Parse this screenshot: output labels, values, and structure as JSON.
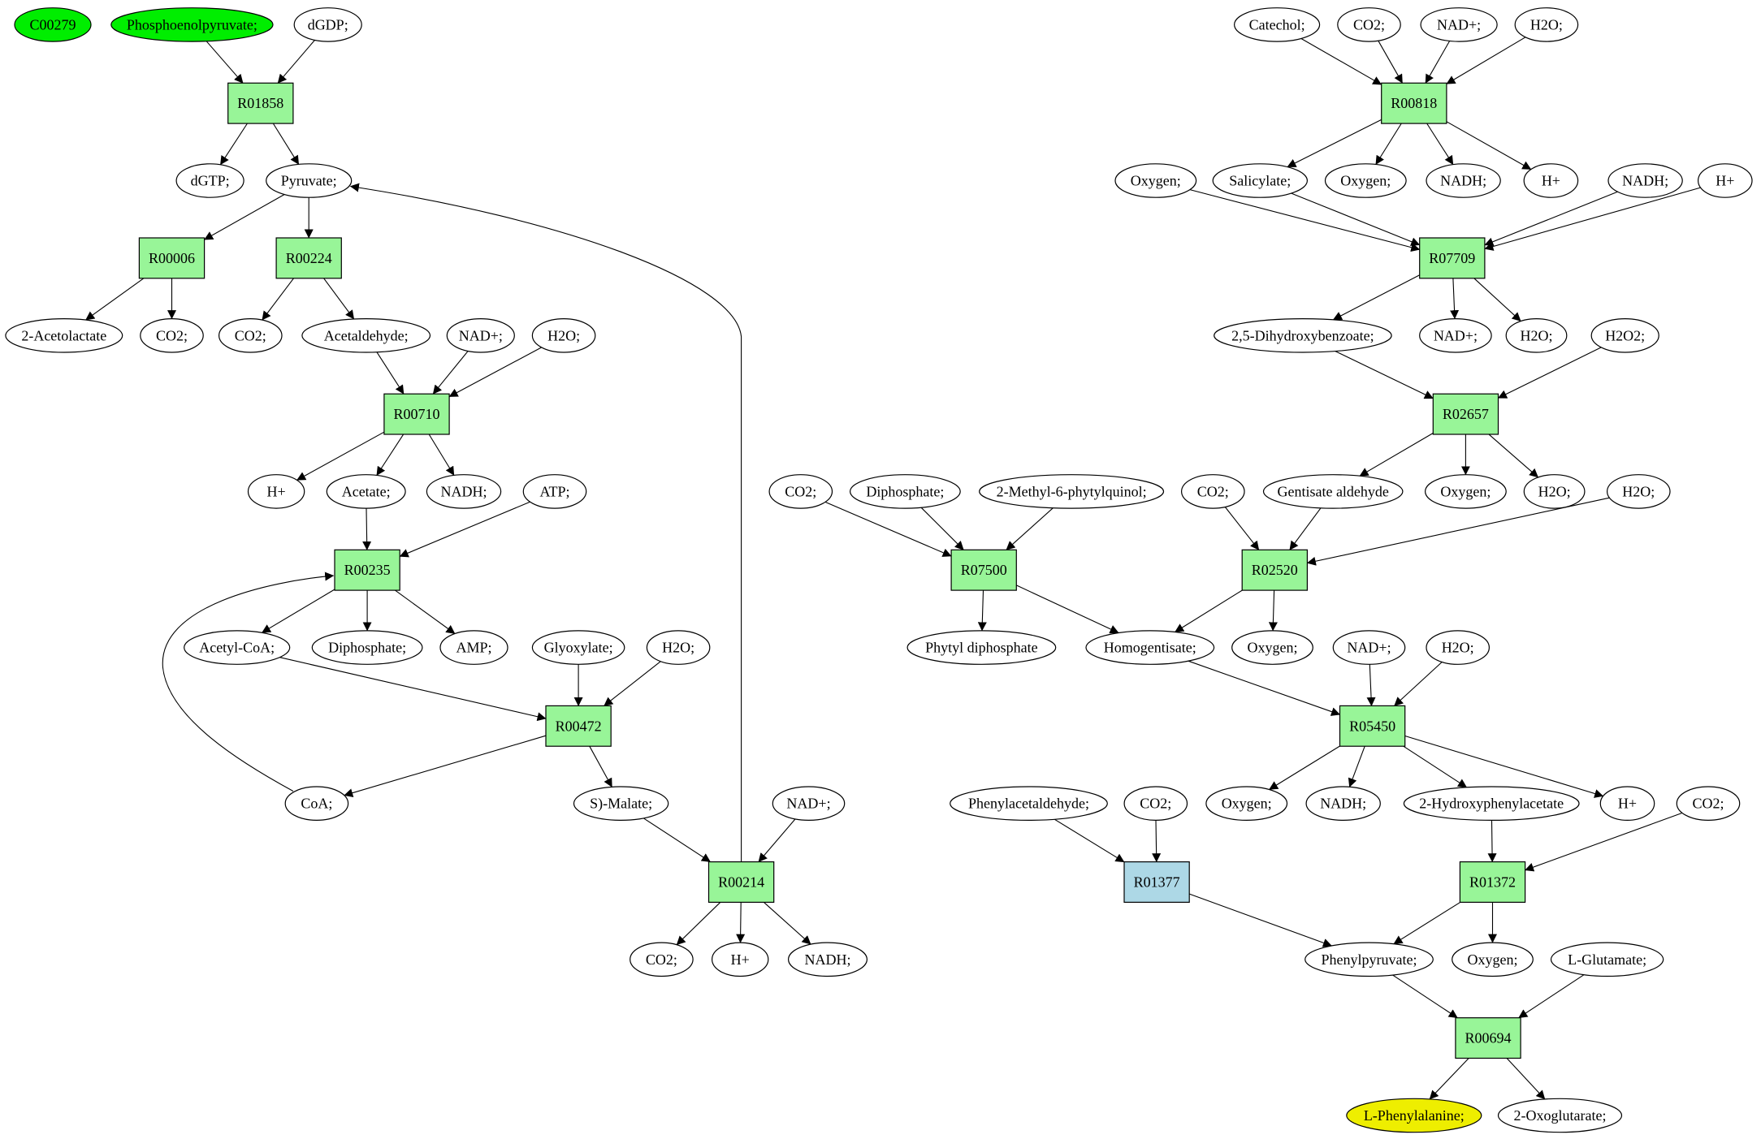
{
  "colors": {
    "reaction": "#98f598",
    "reaction_highlight": "#add8e6",
    "source": "#00ee00",
    "target": "#eeee00",
    "compound": "#ffffff",
    "edge": "#000000"
  },
  "nodes": [
    {
      "id": "c00279",
      "label": "C00279",
      "shape": "ellipse",
      "fill": "source"
    },
    {
      "id": "pep",
      "label": "Phosphoenolpyruvate;",
      "shape": "ellipse",
      "fill": "source"
    },
    {
      "id": "dgdp",
      "label": "dGDP;",
      "shape": "ellipse"
    },
    {
      "id": "r01858",
      "label": "R01858",
      "shape": "rect",
      "fill": "reaction"
    },
    {
      "id": "dgtp",
      "label": "dGTP;",
      "shape": "ellipse"
    },
    {
      "id": "pyruvate",
      "label": "Pyruvate;",
      "shape": "ellipse"
    },
    {
      "id": "r00006",
      "label": "R00006",
      "shape": "rect",
      "fill": "reaction"
    },
    {
      "id": "r00224",
      "label": "R00224",
      "shape": "rect",
      "fill": "reaction"
    },
    {
      "id": "acetolactate",
      "label": "2-Acetolactate",
      "shape": "ellipse"
    },
    {
      "id": "co2_a",
      "label": "CO2;",
      "shape": "ellipse"
    },
    {
      "id": "co2_b",
      "label": "CO2;",
      "shape": "ellipse"
    },
    {
      "id": "acetaldehyde",
      "label": "Acetaldehyde;",
      "shape": "ellipse"
    },
    {
      "id": "nadp_a",
      "label": "NAD+;",
      "shape": "ellipse"
    },
    {
      "id": "h2o_a",
      "label": "H2O;",
      "shape": "ellipse"
    },
    {
      "id": "r00710",
      "label": "R00710",
      "shape": "rect",
      "fill": "reaction"
    },
    {
      "id": "hp_a",
      "label": "H+",
      "shape": "ellipse"
    },
    {
      "id": "acetate",
      "label": "Acetate;",
      "shape": "ellipse"
    },
    {
      "id": "nadh_a",
      "label": "NADH;",
      "shape": "ellipse"
    },
    {
      "id": "atp",
      "label": "ATP;",
      "shape": "ellipse"
    },
    {
      "id": "r00235",
      "label": "R00235",
      "shape": "rect",
      "fill": "reaction"
    },
    {
      "id": "acetylcoa",
      "label": "Acetyl-CoA;",
      "shape": "ellipse"
    },
    {
      "id": "diphos_a",
      "label": "Diphosphate;",
      "shape": "ellipse"
    },
    {
      "id": "amp",
      "label": "AMP;",
      "shape": "ellipse"
    },
    {
      "id": "glyoxylate",
      "label": "Glyoxylate;",
      "shape": "ellipse"
    },
    {
      "id": "h2o_b",
      "label": "H2O;",
      "shape": "ellipse"
    },
    {
      "id": "r00472",
      "label": "R00472",
      "shape": "rect",
      "fill": "reaction"
    },
    {
      "id": "coa",
      "label": "CoA;",
      "shape": "ellipse"
    },
    {
      "id": "malate",
      "label": "S)-Malate;",
      "shape": "ellipse"
    },
    {
      "id": "nadp_b",
      "label": "NAD+;",
      "shape": "ellipse"
    },
    {
      "id": "r00214",
      "label": "R00214",
      "shape": "rect",
      "fill": "reaction"
    },
    {
      "id": "co2_c",
      "label": "CO2;",
      "shape": "ellipse"
    },
    {
      "id": "hp_b",
      "label": "H+",
      "shape": "ellipse"
    },
    {
      "id": "nadh_b",
      "label": "NADH;",
      "shape": "ellipse"
    },
    {
      "id": "catechol",
      "label": "Catechol;",
      "shape": "ellipse"
    },
    {
      "id": "co2_d",
      "label": "CO2;",
      "shape": "ellipse"
    },
    {
      "id": "nadp_c",
      "label": "NAD+;",
      "shape": "ellipse"
    },
    {
      "id": "h2o_c",
      "label": "H2O;",
      "shape": "ellipse"
    },
    {
      "id": "r00818",
      "label": "R00818",
      "shape": "rect",
      "fill": "reaction"
    },
    {
      "id": "oxygen_a",
      "label": "Oxygen;",
      "shape": "ellipse"
    },
    {
      "id": "salicylate",
      "label": "Salicylate;",
      "shape": "ellipse"
    },
    {
      "id": "oxygen_b",
      "label": "Oxygen;",
      "shape": "ellipse"
    },
    {
      "id": "nadh_c",
      "label": "NADH;",
      "shape": "ellipse"
    },
    {
      "id": "hp_c",
      "label": "H+",
      "shape": "ellipse"
    },
    {
      "id": "nadh_d",
      "label": "NADH;",
      "shape": "ellipse"
    },
    {
      "id": "hp_d",
      "label": "H+",
      "shape": "ellipse"
    },
    {
      "id": "r07709",
      "label": "R07709",
      "shape": "rect",
      "fill": "reaction"
    },
    {
      "id": "dhb",
      "label": "2,5-Dihydroxybenzoate;",
      "shape": "ellipse"
    },
    {
      "id": "nadp_d",
      "label": "NAD+;",
      "shape": "ellipse"
    },
    {
      "id": "h2o_d",
      "label": "H2O;",
      "shape": "ellipse"
    },
    {
      "id": "h2o2",
      "label": "H2O2;",
      "shape": "ellipse"
    },
    {
      "id": "r02657",
      "label": "R02657",
      "shape": "rect",
      "fill": "reaction"
    },
    {
      "id": "co2_e",
      "label": "CO2;",
      "shape": "ellipse"
    },
    {
      "id": "diphos_b",
      "label": "Diphosphate;",
      "shape": "ellipse"
    },
    {
      "id": "methylphytyl",
      "label": "2-Methyl-6-phytylquinol;",
      "shape": "ellipse"
    },
    {
      "id": "co2_f",
      "label": "CO2;",
      "shape": "ellipse"
    },
    {
      "id": "gentisald",
      "label": "Gentisate aldehyde",
      "shape": "ellipse"
    },
    {
      "id": "oxygen_c",
      "label": "Oxygen;",
      "shape": "ellipse"
    },
    {
      "id": "h2o_e",
      "label": "H2O;",
      "shape": "ellipse"
    },
    {
      "id": "h2o_f",
      "label": "H2O;",
      "shape": "ellipse"
    },
    {
      "id": "r07500",
      "label": "R07500",
      "shape": "rect",
      "fill": "reaction"
    },
    {
      "id": "r02520",
      "label": "R02520",
      "shape": "rect",
      "fill": "reaction"
    },
    {
      "id": "phytyldp",
      "label": "Phytyl diphosphate",
      "shape": "ellipse"
    },
    {
      "id": "homogentisate",
      "label": "Homogentisate;",
      "shape": "ellipse"
    },
    {
      "id": "oxygen_d",
      "label": "Oxygen;",
      "shape": "ellipse"
    },
    {
      "id": "nadp_e",
      "label": "NAD+;",
      "shape": "ellipse"
    },
    {
      "id": "h2o_g",
      "label": "H2O;",
      "shape": "ellipse"
    },
    {
      "id": "r05450",
      "label": "R05450",
      "shape": "rect",
      "fill": "reaction"
    },
    {
      "id": "phenylacetald",
      "label": "Phenylacetaldehyde;",
      "shape": "ellipse"
    },
    {
      "id": "co2_g",
      "label": "CO2;",
      "shape": "ellipse"
    },
    {
      "id": "oxygen_e",
      "label": "Oxygen;",
      "shape": "ellipse"
    },
    {
      "id": "nadh_e",
      "label": "NADH;",
      "shape": "ellipse"
    },
    {
      "id": "hpa",
      "label": "2-Hydroxyphenylacetate",
      "shape": "ellipse"
    },
    {
      "id": "hp_e",
      "label": "H+",
      "shape": "ellipse"
    },
    {
      "id": "co2_h",
      "label": "CO2;",
      "shape": "ellipse"
    },
    {
      "id": "r01377",
      "label": "R01377",
      "shape": "rect",
      "fill": "reaction_highlight"
    },
    {
      "id": "r01372",
      "label": "R01372",
      "shape": "rect",
      "fill": "reaction"
    },
    {
      "id": "phenylpyruvate",
      "label": "Phenylpyruvate;",
      "shape": "ellipse"
    },
    {
      "id": "oxygen_f",
      "label": "Oxygen;",
      "shape": "ellipse"
    },
    {
      "id": "glutamate",
      "label": "L-Glutamate;",
      "shape": "ellipse"
    },
    {
      "id": "r00694",
      "label": "R00694",
      "shape": "rect",
      "fill": "reaction"
    },
    {
      "id": "phenylalanine",
      "label": "L-Phenylalanine;",
      "shape": "ellipse",
      "fill": "target"
    },
    {
      "id": "oxoglutarate",
      "label": "2-Oxoglutarate;",
      "shape": "ellipse"
    }
  ],
  "edges": [
    [
      "pep",
      "r01858"
    ],
    [
      "dgdp",
      "r01858"
    ],
    [
      "r01858",
      "dgtp"
    ],
    [
      "r01858",
      "pyruvate"
    ],
    [
      "pyruvate",
      "r00006"
    ],
    [
      "pyruvate",
      "r00224"
    ],
    [
      "r00006",
      "acetolactate"
    ],
    [
      "r00006",
      "co2_a"
    ],
    [
      "r00224",
      "co2_b"
    ],
    [
      "r00224",
      "acetaldehyde"
    ],
    [
      "acetaldehyde",
      "r00710"
    ],
    [
      "nadp_a",
      "r00710"
    ],
    [
      "h2o_a",
      "r00710"
    ],
    [
      "r00710",
      "hp_a"
    ],
    [
      "r00710",
      "acetate"
    ],
    [
      "r00710",
      "nadh_a"
    ],
    [
      "acetate",
      "r00235"
    ],
    [
      "atp",
      "r00235"
    ],
    [
      "r00235",
      "acetylcoa"
    ],
    [
      "r00235",
      "diphos_a"
    ],
    [
      "r00235",
      "amp"
    ],
    [
      "acetylcoa",
      "r00472"
    ],
    [
      "glyoxylate",
      "r00472"
    ],
    [
      "h2o_b",
      "r00472"
    ],
    [
      "r00472",
      "coa"
    ],
    [
      "r00472",
      "malate"
    ],
    [
      "coa",
      "r00235"
    ],
    [
      "malate",
      "r00214"
    ],
    [
      "nadp_b",
      "r00214"
    ],
    [
      "r00214",
      "co2_c"
    ],
    [
      "r00214",
      "hp_b"
    ],
    [
      "r00214",
      "nadh_b"
    ],
    [
      "r00214",
      "pyruvate"
    ],
    [
      "catechol",
      "r00818"
    ],
    [
      "co2_d",
      "r00818"
    ],
    [
      "nadp_c",
      "r00818"
    ],
    [
      "h2o_c",
      "r00818"
    ],
    [
      "r00818",
      "salicylate"
    ],
    [
      "r00818",
      "oxygen_b"
    ],
    [
      "r00818",
      "nadh_c"
    ],
    [
      "r00818",
      "hp_c"
    ],
    [
      "oxygen_a",
      "r07709"
    ],
    [
      "salicylate",
      "r07709"
    ],
    [
      "nadh_d",
      "r07709"
    ],
    [
      "hp_d",
      "r07709"
    ],
    [
      "r07709",
      "dhb"
    ],
    [
      "r07709",
      "nadp_d"
    ],
    [
      "r07709",
      "h2o_d"
    ],
    [
      "dhb",
      "r02657"
    ],
    [
      "h2o2",
      "r02657"
    ],
    [
      "r02657",
      "gentisald"
    ],
    [
      "r02657",
      "oxygen_c"
    ],
    [
      "r02657",
      "h2o_e"
    ],
    [
      "co2_e",
      "r07500"
    ],
    [
      "diphos_b",
      "r07500"
    ],
    [
      "methylphytyl",
      "r07500"
    ],
    [
      "r07500",
      "phytyldp"
    ],
    [
      "r07500",
      "homogentisate"
    ],
    [
      "co2_f",
      "r02520"
    ],
    [
      "gentisald",
      "r02520"
    ],
    [
      "h2o_f",
      "r02520"
    ],
    [
      "r02520",
      "homogentisate"
    ],
    [
      "r02520",
      "oxygen_d"
    ],
    [
      "homogentisate",
      "r05450"
    ],
    [
      "nadp_e",
      "r05450"
    ],
    [
      "h2o_g",
      "r05450"
    ],
    [
      "r05450",
      "oxygen_e"
    ],
    [
      "r05450",
      "nadh_e"
    ],
    [
      "r05450",
      "hpa"
    ],
    [
      "r05450",
      "hp_e"
    ],
    [
      "hpa",
      "r01372"
    ],
    [
      "co2_h",
      "r01372"
    ],
    [
      "phenylacetald",
      "r01377"
    ],
    [
      "co2_g",
      "r01377"
    ],
    [
      "r01377",
      "phenylpyruvate"
    ],
    [
      "r01372",
      "phenylpyruvate"
    ],
    [
      "r01372",
      "oxygen_f"
    ],
    [
      "phenylpyruvate",
      "r00694"
    ],
    [
      "glutamate",
      "r00694"
    ],
    [
      "r00694",
      "phenylalanine"
    ],
    [
      "r00694",
      "oxoglutarate"
    ]
  ]
}
